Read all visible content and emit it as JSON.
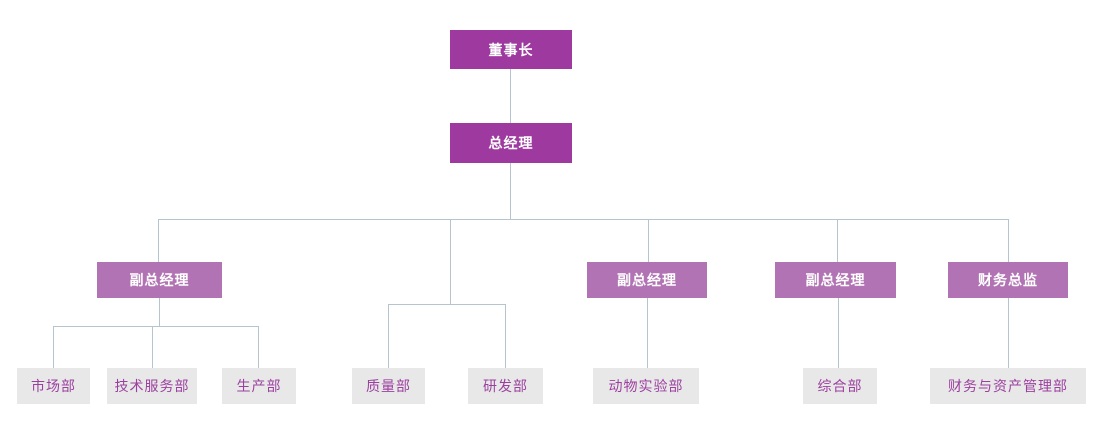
{
  "diagram": {
    "type": "org-chart",
    "level1": {
      "label": "董事长"
    },
    "level2": {
      "label": "总经理"
    },
    "level3": [
      {
        "label": "副总经理"
      },
      {
        "label": "副总经理"
      },
      {
        "label": "副总经理"
      },
      {
        "label": "财务总监"
      }
    ],
    "departments": [
      {
        "label": "市场部"
      },
      {
        "label": "技术服务部"
      },
      {
        "label": "生产部"
      },
      {
        "label": "质量部"
      },
      {
        "label": "研发部"
      },
      {
        "label": "动物实验部"
      },
      {
        "label": "综合部"
      },
      {
        "label": "财务与资产管理部"
      }
    ],
    "colors": {
      "executive_box": "#9e3a9f",
      "manager_box": "#b173b3",
      "department_box": "#e8e8e8",
      "department_text": "#9c40a0",
      "connector_line": "#b6c4cf",
      "executive_text": "#ffffff"
    }
  }
}
